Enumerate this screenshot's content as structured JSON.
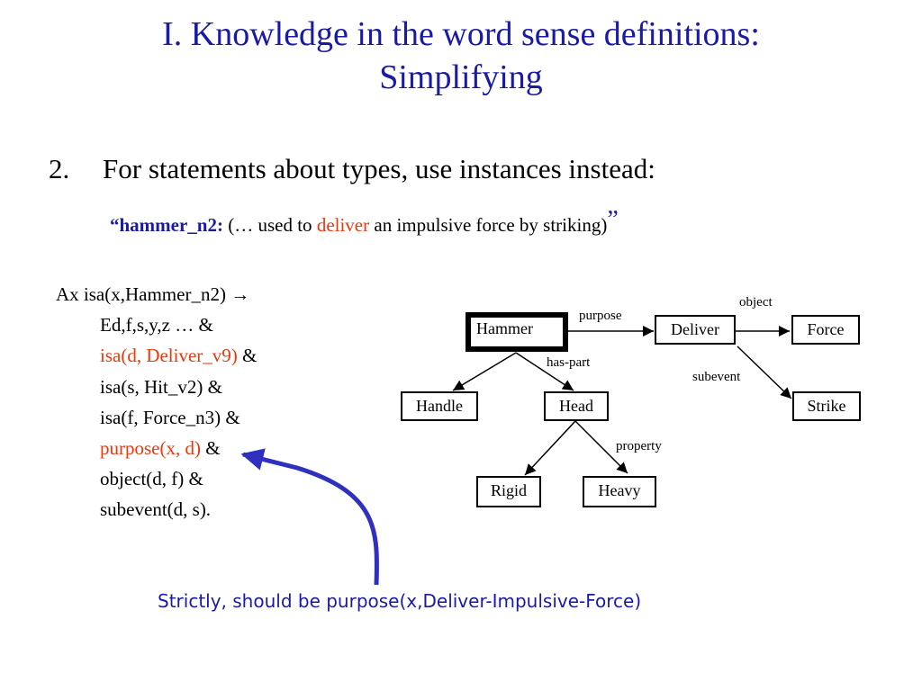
{
  "slide": {
    "title_line1": "I. Knowledge in the word sense definitions:",
    "title_line2": "Simplifying",
    "bullet_number": "2.",
    "bullet_text": "For statements about types, use instances instead:",
    "quote_open": "“",
    "quote_term": "hammer_n2:",
    "quote_part1": "(… used to",
    "quote_deliver": "deliver",
    "quote_part2": "an impulsive force by striking)",
    "quote_close": "”",
    "logic_lines": [
      "Ax isa(x,Hammer_n2) →",
      "Ed,f,s,y,z … &",
      "isa(d, Deliver_v9)",
      "&",
      "isa(s, Hit_v2) &",
      "isa(f, Force_n3) &",
      "purpose(x, d)",
      "&",
      "object(d, f) &",
      "subevent(d, s)."
    ],
    "note": "Strictly, should be purpose(x,Deliver-Impulsive-Force)"
  },
  "diagram": {
    "nodes": {
      "hammer": "Hammer",
      "deliver": "Deliver",
      "force": "Force",
      "handle": "Handle",
      "head": "Head",
      "strike": "Strike",
      "rigid": "Rigid",
      "heavy": "Heavy"
    },
    "edge_labels": {
      "purpose": "purpose",
      "object": "object",
      "has_part": "has-part",
      "subevent": "subevent",
      "property": "property"
    }
  },
  "colors": {
    "title_blue": "#1a1aa6",
    "highlight_red": "#e8390e",
    "arrow_blue": "#3030c0"
  }
}
